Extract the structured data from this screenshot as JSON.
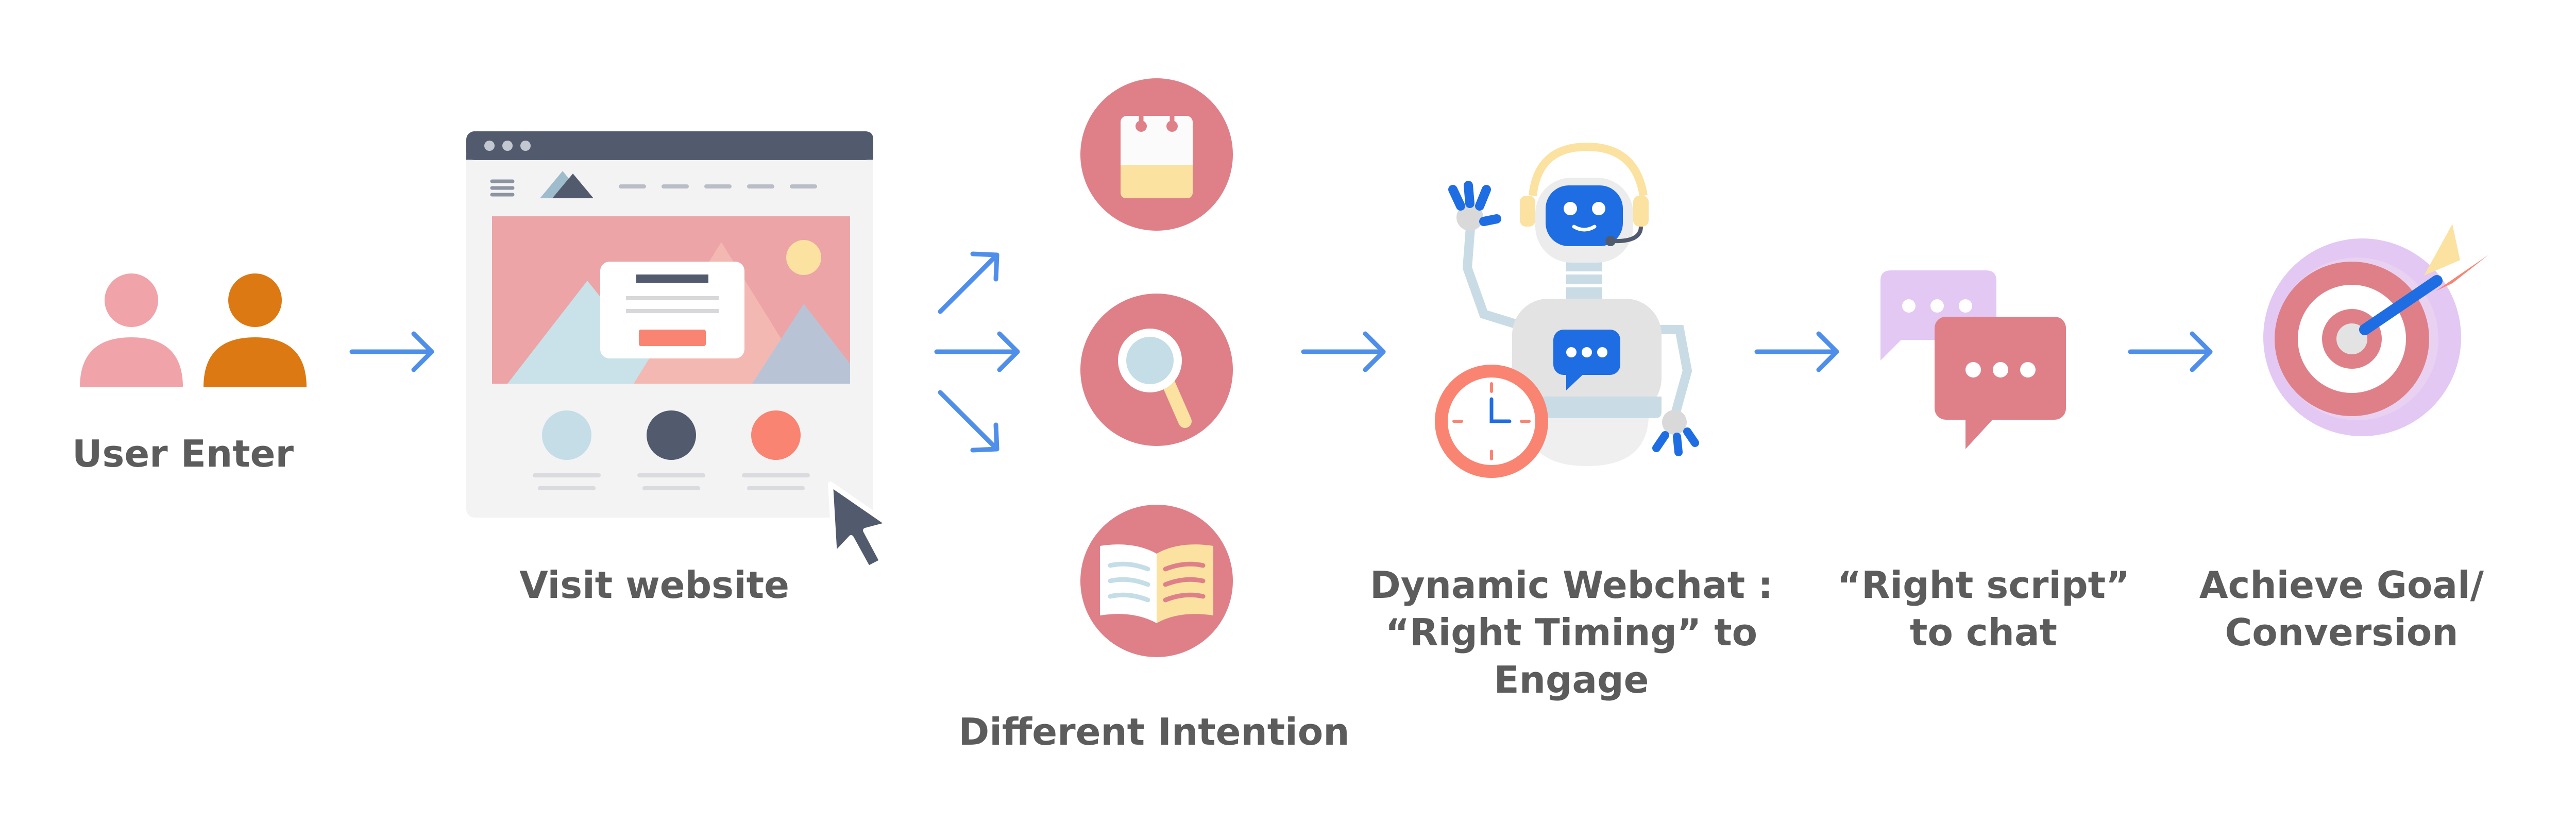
{
  "colors": {
    "arrow": "#4f8fea",
    "pink": "#df8089",
    "pink_light": "#f0a3a9",
    "orange": "#dc7912",
    "slate": "#525b6e",
    "pale_blue": "#c4dde7",
    "yellow": "#fbe2a1",
    "robot_blue": "#1e6de3",
    "coral": "#f98472",
    "lavender": "#e2c8f3",
    "text": "#5c5c5c"
  },
  "steps": [
    {
      "id": "user-enter",
      "icon": "users-icon",
      "label_lines": [
        "User Enter"
      ]
    },
    {
      "id": "visit-website",
      "icon": "browser-window-icon",
      "label_lines": [
        "Visit website"
      ]
    },
    {
      "id": "different-intention",
      "icon": "intention-icons",
      "label_lines": [
        "Different Intention"
      ]
    },
    {
      "id": "dynamic-webchat",
      "icon": "chatbot-robot-icon",
      "label_lines": [
        "Dynamic Webchat :",
        "“Right Timing” to",
        "Engage"
      ]
    },
    {
      "id": "right-script",
      "icon": "chat-bubbles-icon",
      "label_lines": [
        "“Right script”",
        "to chat"
      ]
    },
    {
      "id": "achieve-goal",
      "icon": "target-dart-icon",
      "label_lines": [
        "Achieve Goal/",
        "Conversion"
      ]
    }
  ],
  "intentions": [
    {
      "icon": "shopping-bag-icon"
    },
    {
      "icon": "magnifier-icon"
    },
    {
      "icon": "open-book-icon"
    }
  ]
}
